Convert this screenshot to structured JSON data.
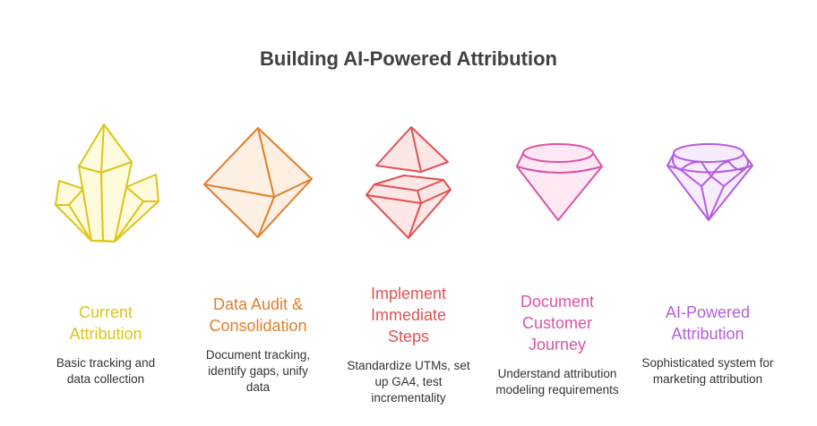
{
  "title": "Building AI-Powered Attribution",
  "steps": [
    {
      "title": "Current Attribution",
      "description": "Basic tracking and data collection",
      "icon": "crystal-cluster-icon",
      "color": "#dcc51b",
      "fill": "#fefadc"
    },
    {
      "title": "Data Audit & Consolidation",
      "description": "Document tracking, identify gaps, unify data",
      "icon": "octahedron-icon",
      "color": "#e07f2c",
      "fill": "#fdefe2"
    },
    {
      "title": "Implement Immediate Steps",
      "description": "Standardize UTMs, set up GA4, test incrementality",
      "icon": "split-gem-icon",
      "color": "#e05252",
      "fill": "#fde7e6"
    },
    {
      "title": "Document Customer Journey",
      "description": "Understand attribution modeling requirements",
      "icon": "gem-icon",
      "color": "#dc52a6",
      "fill": "#fde8f4"
    },
    {
      "title": "AI-Powered Attribution",
      "description": "Sophisticated system for marketing attribution",
      "icon": "diamond-icon",
      "color": "#b45ce2",
      "fill": "#f7ecfd"
    }
  ]
}
